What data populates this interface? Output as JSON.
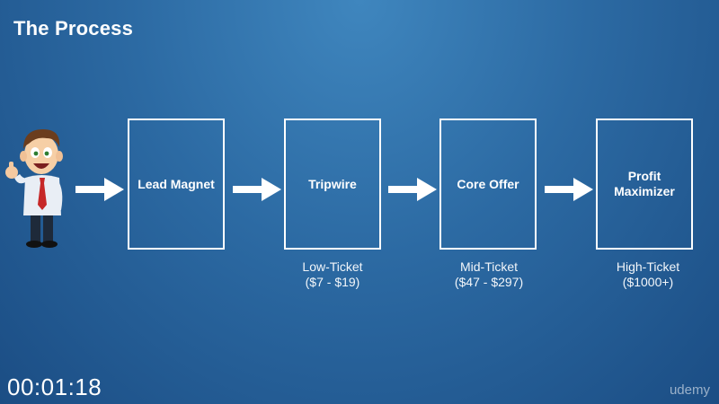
{
  "slide": {
    "title": "The Process"
  },
  "steps": [
    {
      "label": "Lead Magnet",
      "caption_line1": "",
      "caption_line2": ""
    },
    {
      "label": "Tripwire",
      "caption_line1": "Low-Ticket",
      "caption_line2": "($7 - $19)"
    },
    {
      "label": "Core Offer",
      "caption_line1": "Mid-Ticket",
      "caption_line2": "($47 - $297)"
    },
    {
      "label": "Profit\nMaximizer",
      "caption_line1": "High-Ticket",
      "caption_line2": "($1000+)"
    }
  ],
  "player": {
    "timestamp": "00:01:18",
    "brand": "udemy"
  },
  "colors": {
    "accent": "#ffffff",
    "background": "#2c6aa3"
  },
  "icons": {
    "character": "businessman-thumbs-up-icon",
    "arrow": "arrow-right-icon"
  }
}
